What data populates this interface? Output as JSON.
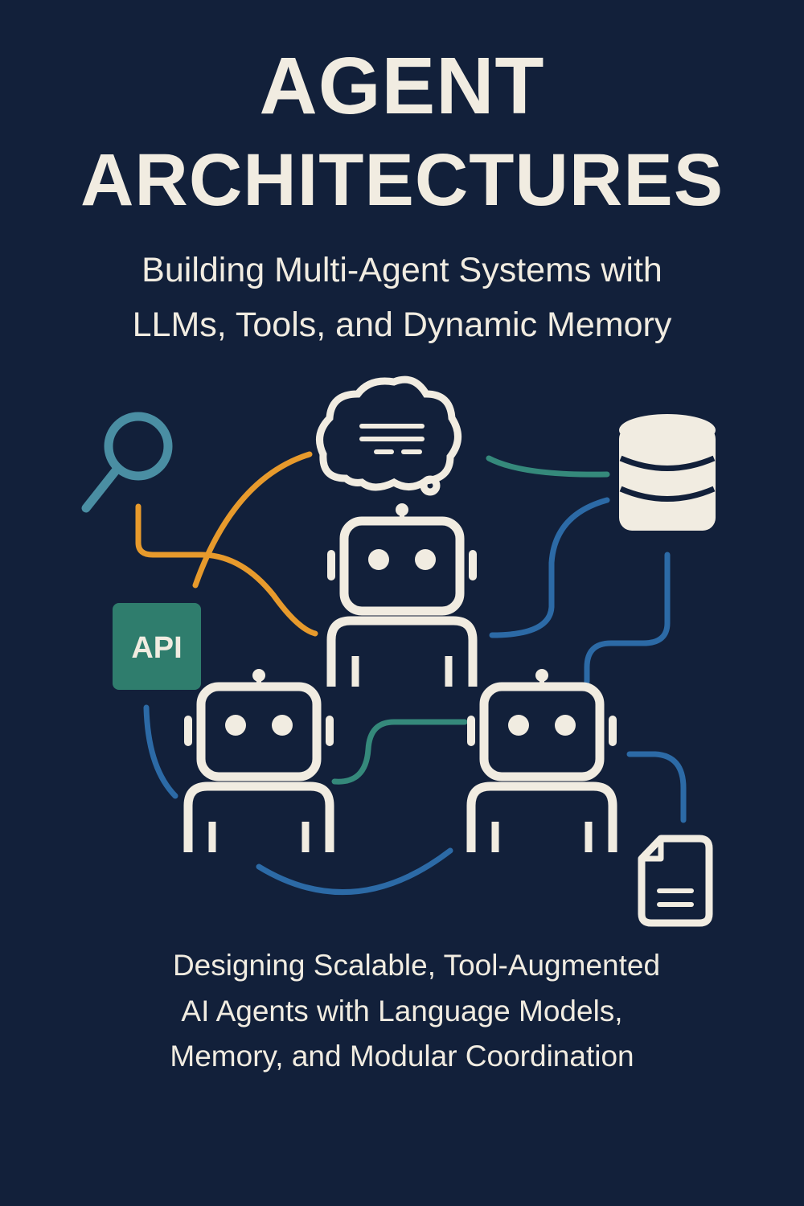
{
  "cover": {
    "title_line1": "AGENT",
    "title_line2": "ARCHITECTURES",
    "subtitle_line1": "Building Multi-Agent Systems with",
    "subtitle_line2": "LLMs, Tools, and Dynamic Memory",
    "tagline_line1": "Designing Scalable, Tool-Augmented",
    "tagline_line2": "AI Agents with Language Models,",
    "tagline_line3": "Memory, and Modular Coordination"
  },
  "illustration": {
    "api_label": "API",
    "icons": [
      "search-icon",
      "thought-cloud-icon",
      "database-icon",
      "robot-icon",
      "robot-icon",
      "robot-icon",
      "api-badge",
      "document-icon"
    ]
  },
  "colors": {
    "background": "#12203a",
    "cream": "#f1ece1",
    "orange": "#e79a2c",
    "teal": "#35897b",
    "blue": "#2c6aa6",
    "search": "#4a8ea3",
    "api_fill": "#2f7d6d"
  }
}
